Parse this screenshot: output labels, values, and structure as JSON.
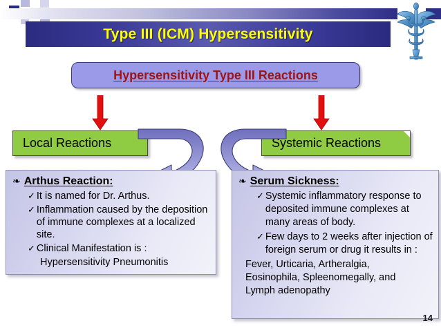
{
  "slide": {
    "title": "Type III (ICM) Hypersensitivity",
    "subtitle": "Hypersensitivity Type III Reactions",
    "page_number": "14",
    "colors": {
      "title_text": "#FFFF00",
      "title_bar": "#2B2B80",
      "subtitle_box": "#9A9AE8",
      "subtitle_text": "#9E1414",
      "green_box": "#8FCC43",
      "red_arrow": "#E00000",
      "blue_arrow": "#7B7BC8",
      "panel_bg": "#D5D5EF"
    },
    "icons": {
      "caduceus": "caduceus-icon",
      "red_arrow": "arrow-down-icon",
      "curved_arrow": "curved-arrow-icon",
      "diamond_bullet": "diamond-bullet-icon",
      "check_bullet": "check-bullet-icon"
    }
  },
  "branches": [
    {
      "label": "Local Reactions"
    },
    {
      "label": "Systemic Reactions"
    }
  ],
  "panels": [
    {
      "title": "Arthus Reaction:",
      "bullets": [
        {
          "check": "✓",
          "text": "It is named for Dr. Arthus."
        },
        {
          "check": "✓",
          "text": "Inflammation caused by the deposition of immune complexes at a localized site."
        },
        {
          "check": "✓",
          "text": "Clinical Manifestation is :"
        }
      ],
      "indent_lines": [
        "Hypersensitivity Pneumonitis"
      ],
      "plain_lines": []
    },
    {
      "title": "Serum Sickness:",
      "bullets": [
        {
          "check": "✓",
          "text": "Systemic inflammatory response to deposited immune complexes at many areas of body."
        },
        {
          "check": "✓",
          "text": "Few days to 2 weeks after injection of foreign serum or drug it results in :"
        }
      ],
      "indent_lines": [],
      "plain_lines": [
        "Fever, Urticaria, Artheralgia,",
        "Eosinophila, Spleenomegally, and",
        "Lymph adenopathy"
      ]
    }
  ]
}
